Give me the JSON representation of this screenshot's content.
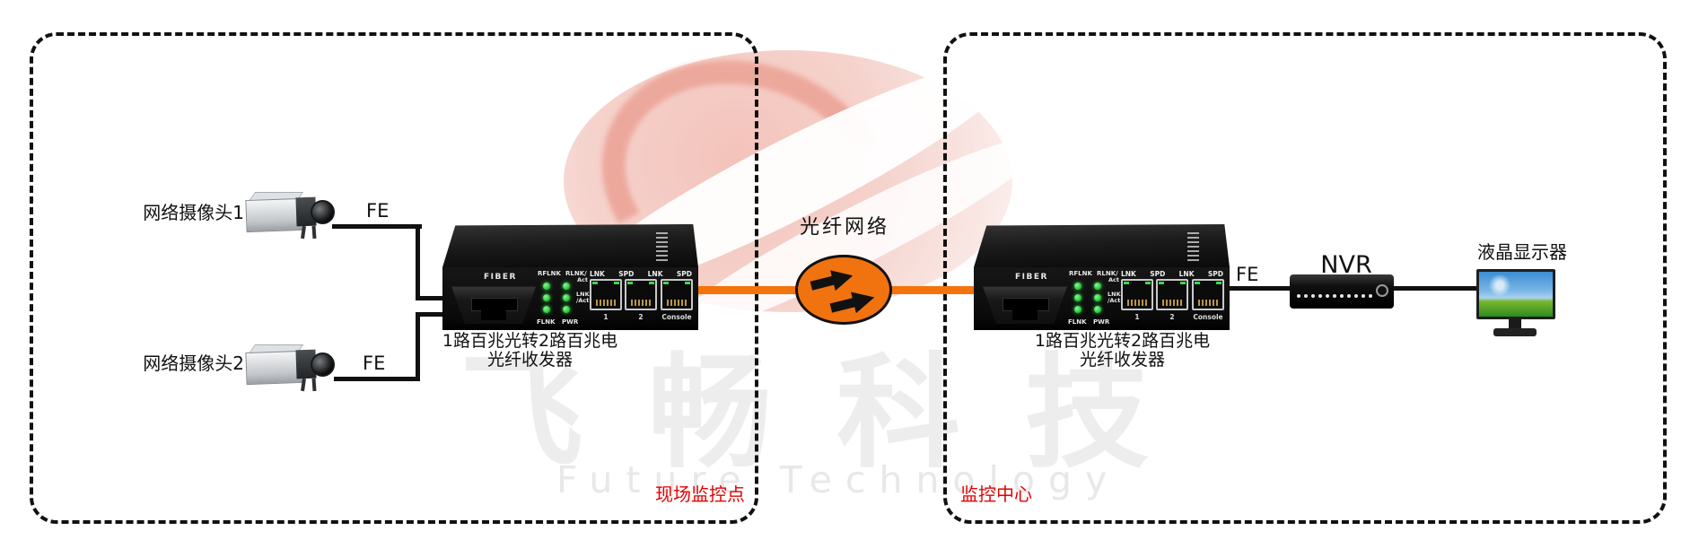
{
  "zones": {
    "site": {
      "label": "现场监控点"
    },
    "center": {
      "label": "监控中心"
    }
  },
  "devices": {
    "camera1": {
      "label": "网络摄像头1"
    },
    "camera2": {
      "label": "网络摄像头2"
    },
    "converter_caption": {
      "line1": "1路百兆光转2路百兆电",
      "line2": "光纤收发器"
    },
    "nvr": {
      "label": "NVR"
    },
    "monitor": {
      "label": "液晶显示器"
    }
  },
  "links": {
    "camera1_fe": "FE",
    "camera2_fe": "FE",
    "nvr_fe": "FE",
    "fiber_network": "光纤网络"
  },
  "converter_panel": {
    "fiber": "FIBER",
    "led_col1": "RFLNK",
    "led_col2": "RLNK/",
    "led_col2_sub": "Act",
    "led_mid1": "LNK",
    "led_mid2": "/Act",
    "led_bot1": "FLNK",
    "led_bot2": "PWR",
    "port_headers": [
      "LNK",
      "SPD",
      "LNK",
      "SPD"
    ],
    "port_labels": [
      "1",
      "2",
      "Console"
    ]
  },
  "watermark": {
    "cn": "飞畅科技",
    "en": "Future Technology"
  },
  "colors": {
    "fiber_line": "#F4740B",
    "fiber_ellipse": "#F0730F",
    "zone_label_red": "#E60000",
    "led_green": "#35D442",
    "watermark_pink": "#F2C5BD",
    "watermark_gray": "#ECECEC"
  }
}
